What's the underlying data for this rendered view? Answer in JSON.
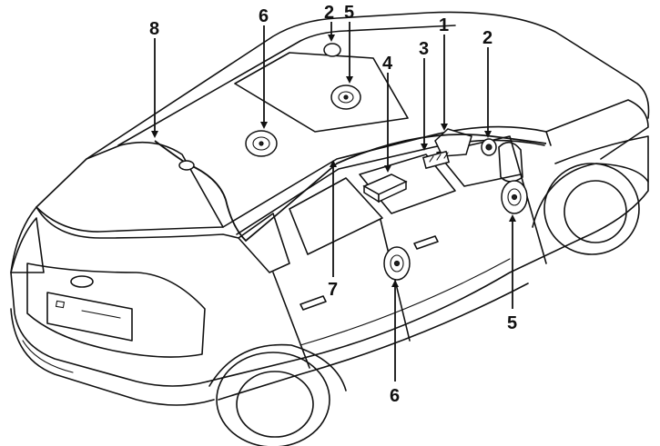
{
  "diagram": {
    "callouts": {
      "c1": "1",
      "c2a": "2",
      "c2b": "2",
      "c3": "3",
      "c4": "4",
      "c5a": "5",
      "c5b": "5",
      "c6a": "6",
      "c6b": "6",
      "c7": "7",
      "c8": "8"
    }
  }
}
